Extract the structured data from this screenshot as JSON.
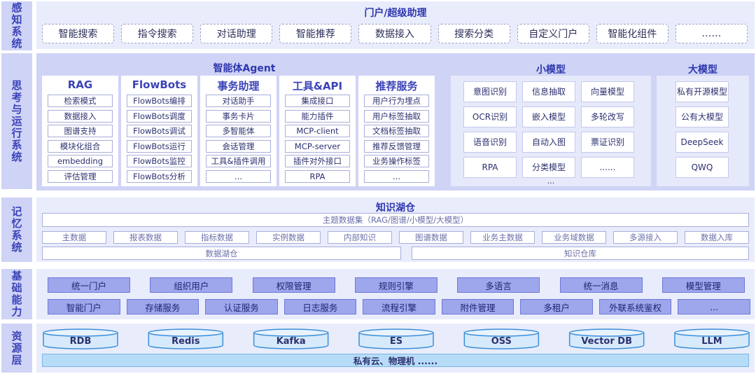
{
  "layers": {
    "perception": "感知系统",
    "thinking": "思考与运行系统",
    "memory": "记忆系统",
    "basic": "基础能力",
    "resource": "资源层"
  },
  "portal": {
    "title": "门户/超级助理",
    "items": [
      "智能搜索",
      "指令搜索",
      "对话助理",
      "智能推荐",
      "数据接入",
      "搜索分类",
      "自定义门户",
      "智能化组件",
      "……"
    ]
  },
  "agent": {
    "title": "智能体Agent",
    "columns": [
      {
        "title": "RAG",
        "items": [
          "检索模式",
          "数据接入",
          "图谱支持",
          "模块化组合",
          "embedding",
          "评估管理"
        ]
      },
      {
        "title": "FlowBots",
        "items": [
          "FlowBots编排",
          "FlowBots调度",
          "FlowBots调试",
          "FlowBots运行",
          "FlowBots监控",
          "FlowBots分析"
        ]
      },
      {
        "title": "事务助理",
        "items": [
          "对话助手",
          "事务卡片",
          "多智能体",
          "会话管理",
          "工具&插件调用",
          "..."
        ]
      },
      {
        "title": "工具&API",
        "items": [
          "集成接口",
          "能力插件",
          "MCP-client",
          "MCP-server",
          "插件对外接口",
          "RPA"
        ]
      },
      {
        "title": "推荐服务",
        "items": [
          "用户行为埋点",
          "用户标签抽取",
          "文档标签抽取",
          "推荐反馈管理",
          "业务操作标签",
          "..."
        ]
      }
    ]
  },
  "small_model": {
    "title": "小模型",
    "items": [
      "意图识别",
      "信息抽取",
      "向量模型",
      "OCR识别",
      "嵌入模型",
      "多轮改写",
      "语音识别",
      "自动入图",
      "票证识别",
      "RPA",
      "分类模型",
      "......"
    ],
    "more": "..."
  },
  "large_model": {
    "title": "大模型",
    "items": [
      "私有开源模型",
      "公有大模型",
      "DeepSeek",
      "QWQ"
    ]
  },
  "knowledge": {
    "title": "知识湖仓",
    "topic": "主题数据集（RAG/图谱/小模型/大模型）",
    "items": [
      "主数据",
      "报表数据",
      "指标数据",
      "实例数据",
      "内部知识",
      "图谱数据",
      "业务主数据",
      "业务域数据",
      "多源接入",
      "数据入库"
    ],
    "lake": "数据湖仓",
    "warehouse": "知识仓库"
  },
  "basic": {
    "row1": [
      "统一门户",
      "组织用户",
      "权限管理",
      "规则引擎",
      "多语言",
      "统一消息",
      "模型管理"
    ],
    "row2": [
      "智能门户",
      "存储服务",
      "认证服务",
      "日志服务",
      "流程引擎",
      "附件管理",
      "多租户",
      "外联系统鉴权",
      "..."
    ]
  },
  "resources": {
    "items": [
      "RDB",
      "Redis",
      "Kafka",
      "ES",
      "OSS",
      "Vector DB",
      "LLM"
    ],
    "infra": "私有云、物理机 ......"
  }
}
